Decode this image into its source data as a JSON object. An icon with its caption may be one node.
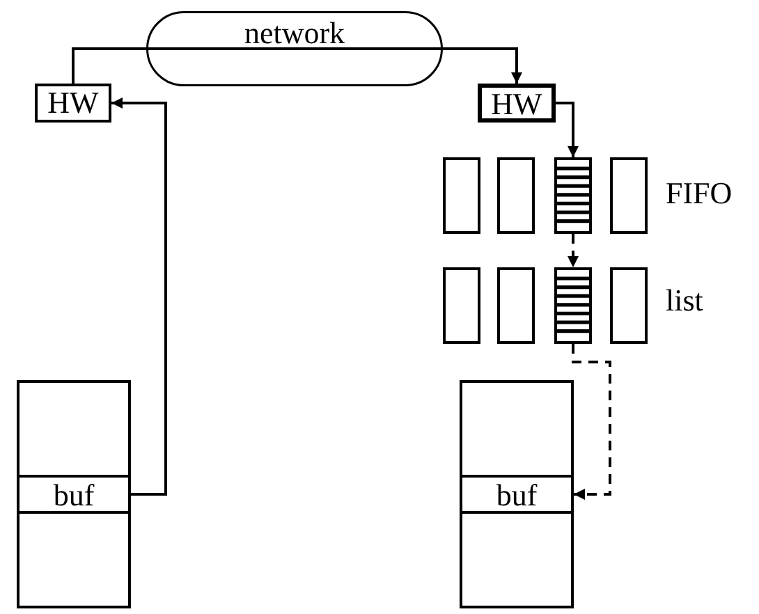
{
  "diagram": {
    "nodes": [
      {
        "text": [
          "network"
        ]
      },
      {
        "text": [
          "HW"
        ]
      },
      {
        "text": [
          "HW"
        ]
      },
      {
        "text": [],
        "shape": "box"
      },
      {
        "text": [],
        "shape": "box"
      },
      {
        "text": [],
        "shape": "box"
      },
      {
        "text": [],
        "shape": "box"
      },
      {
        "text": [],
        "shape": "box"
      },
      {
        "text": [],
        "shape": "box"
      },
      {
        "text": [],
        "shape": "box"
      },
      {
        "text": [],
        "shape": "box"
      },
      {
        "text": [],
        "shape": "box"
      },
      {
        "text": [
          "buf"
        ],
        "in": 11
      },
      {
        "text": [],
        "shape": "box"
      },
      {
        "text": [
          "buf"
        ],
        "in": 13
      }
    ],
    "edges": [
      {
        "from": 0,
        "to": 1,
        "arrow": "none"
      },
      {
        "from": 0,
        "to": 2,
        "arrow": "to"
      },
      {
        "from": 12,
        "to": 1,
        "arrow": "to"
      },
      {
        "from": 2,
        "to": 5,
        "arrow": "to"
      },
      {
        "from": 5,
        "to": 9,
        "arrow": "to",
        "style": "dashed"
      },
      {
        "from": 9,
        "to": 14,
        "arrow": "to",
        "style": "dashed"
      }
    ],
    "labels": [
      "FIFO",
      "list"
    ]
  }
}
